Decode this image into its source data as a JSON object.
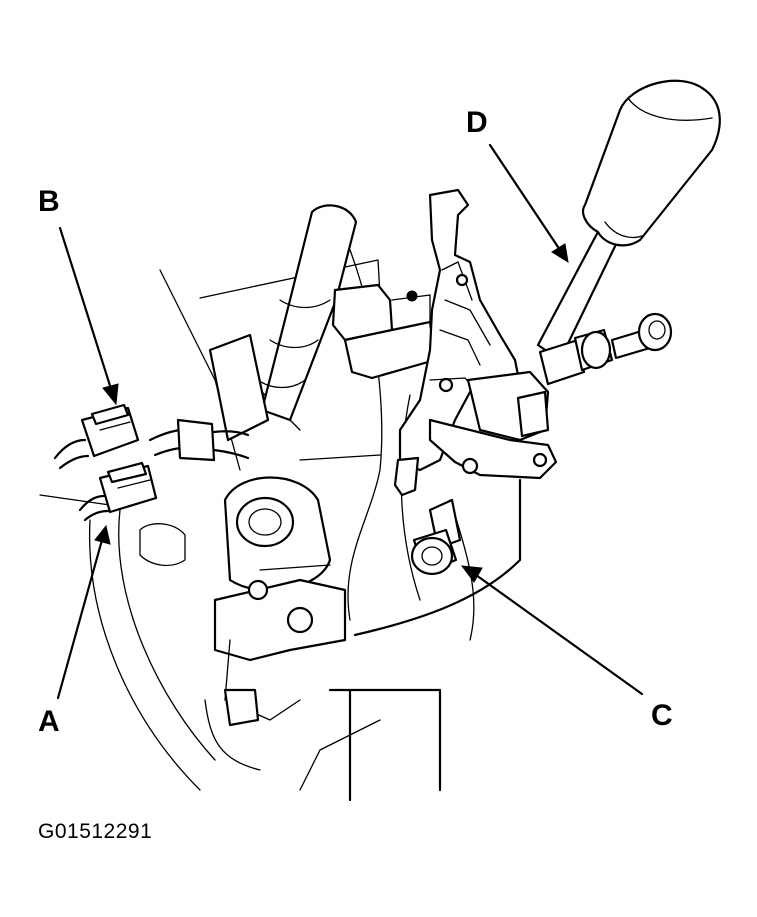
{
  "callouts": {
    "a": "A",
    "b": "B",
    "c": "C",
    "d": "D"
  },
  "figure_id": "G01512291"
}
